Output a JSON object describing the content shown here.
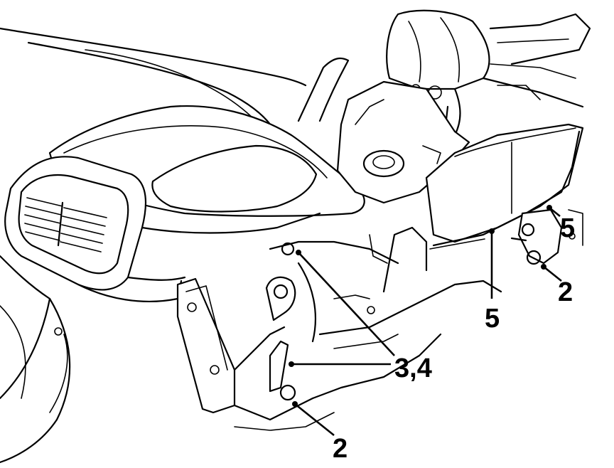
{
  "callouts": {
    "c2_bottom": "2",
    "c2_right": "2",
    "c34": "3,4",
    "c5_mid": "5",
    "c5_right": "5"
  }
}
